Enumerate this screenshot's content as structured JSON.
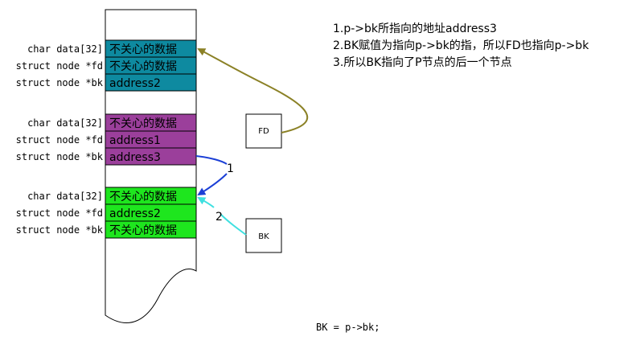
{
  "colors": {
    "teal": "#0e8aa0",
    "purple": "#9b3f9b",
    "green": "#1ee61e",
    "arrow_olive": "#8b8126",
    "arrow_blue": "#1b3fd6",
    "arrow_cyan": "#3fe0e0"
  },
  "chunks": [
    {
      "name": "chunk-top",
      "color_key": "teal",
      "fields": [
        {
          "label": "char data[32]",
          "value": "不关心的数据"
        },
        {
          "label": "struct node *fd",
          "value": "不关心的数据"
        },
        {
          "label": "struct node *bk",
          "value": "address2"
        }
      ]
    },
    {
      "name": "chunk-middle",
      "color_key": "purple",
      "fields": [
        {
          "label": "char data[32]",
          "value": "不关心的数据"
        },
        {
          "label": "struct node *fd",
          "value": "address1"
        },
        {
          "label": "struct node *bk",
          "value": "address3"
        }
      ]
    },
    {
      "name": "chunk-bottom",
      "color_key": "green",
      "fields": [
        {
          "label": "char data[32]",
          "value": "不关心的数据"
        },
        {
          "label": "struct node *fd",
          "value": "address2"
        },
        {
          "label": "struct node *bk",
          "value": "不关心的数据"
        }
      ]
    }
  ],
  "boxes": {
    "fd": "FD",
    "bk": "BK"
  },
  "arrow_labels": {
    "one": "1",
    "two": "2"
  },
  "notes": [
    "1.p->bk所指向的地址address3",
    "2.BK赋值为指向p->bk的指，所以FD也指向p->bk",
    "3.所以BK指向了P节点的后一个节点"
  ],
  "code": "BK = p->bk;"
}
